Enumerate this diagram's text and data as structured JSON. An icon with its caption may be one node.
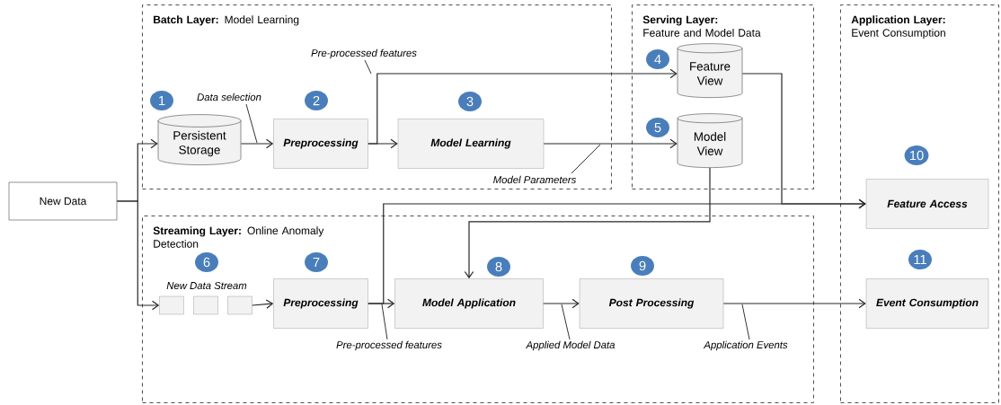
{
  "diagram": {
    "nodes": [
      {
        "text": [
          "Batch Layer:",
          "Model Learning"
        ]
      },
      {
        "text": [
          "Serving Layer:",
          "Feature and Model Data"
        ]
      },
      {
        "text": [
          "Application Layer:",
          "Event Consumption"
        ]
      },
      {
        "text": [
          "Streaming Layer:",
          "Online Anomaly Detection"
        ]
      },
      {
        "text": [
          "New Data"
        ]
      },
      {
        "text": [
          "Persistent Storage"
        ],
        "in": 0,
        "beside": [
          "1"
        ]
      },
      {
        "text": [
          "Preprocessing"
        ],
        "in": 0,
        "beside": [
          "2"
        ]
      },
      {
        "text": [
          "Model Learning"
        ],
        "in": 0,
        "beside": [
          "3"
        ]
      },
      {
        "text": [
          "Feature View"
        ],
        "in": 1,
        "beside": [
          "4"
        ]
      },
      {
        "text": [
          "Model View"
        ],
        "in": 1,
        "beside": [
          "5"
        ]
      },
      {
        "text": [
          "Feature Access"
        ],
        "in": 2,
        "beside": [
          "10"
        ]
      },
      {
        "text": [
          "Event Consumption"
        ],
        "in": 2,
        "beside": [
          "11"
        ]
      },
      {
        "text": [],
        "shape": "box",
        "in": 3
      },
      {
        "text": [],
        "shape": "box",
        "in": 3
      },
      {
        "text": [],
        "shape": "box",
        "in": 3
      },
      {
        "text": [
          "Preprocessing"
        ],
        "in": 3,
        "beside": [
          "7"
        ]
      },
      {
        "text": [
          "Model Application"
        ],
        "in": 3,
        "beside": [
          "8"
        ]
      },
      {
        "text": [
          "Post Processing"
        ],
        "in": 3,
        "beside": [
          "9"
        ]
      }
    ],
    "edges": [
      {
        "from": 4,
        "to": 5,
        "arrow": "to"
      },
      {
        "from": 4,
        "to": 12,
        "arrow": "to"
      },
      {
        "from": 5,
        "to": 6,
        "arrow": "to",
        "label": "Data selection"
      },
      {
        "from": 6,
        "to": 7,
        "arrow": "to"
      },
      {
        "from": 6,
        "to": 8,
        "arrow": "to",
        "label": "Pre-processed features"
      },
      {
        "from": 7,
        "to": 9,
        "arrow": "to",
        "label": "Model Parameters"
      },
      {
        "from": 8,
        "to": 10,
        "arrow": "to"
      },
      {
        "from": 9,
        "to": 16,
        "arrow": "to"
      },
      {
        "from": 14,
        "to": 15,
        "arrow": "to"
      },
      {
        "from": 15,
        "to": 16,
        "arrow": "to",
        "label": "Pre-processed features"
      },
      {
        "from": 15,
        "to": 10,
        "arrow": "to"
      },
      {
        "from": 16,
        "to": 17,
        "arrow": "to",
        "label": "Applied Model Data"
      },
      {
        "from": 17,
        "to": 11,
        "arrow": "to",
        "label": "Application Events"
      }
    ],
    "labels": [
      "6",
      "New Data Stream"
    ]
  }
}
